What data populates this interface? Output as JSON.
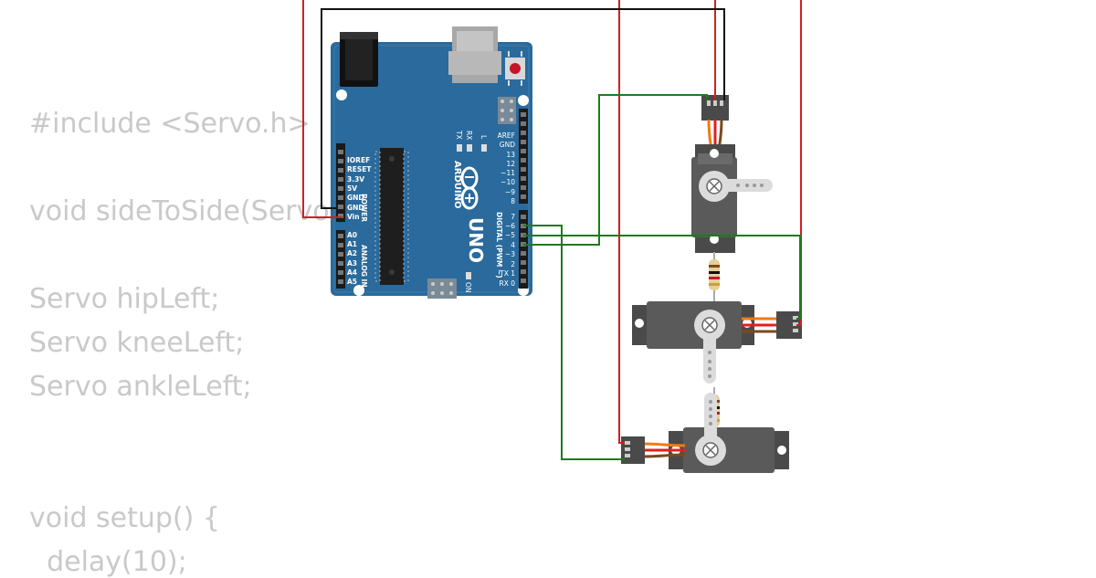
{
  "code": {
    "lines": [
      "#include <Servo.h>",
      "void sideToSide(Servo",
      "Servo hipLeft;",
      "Servo kneeLeft;",
      "Servo ankleLeft;",
      "void setup() {",
      "  delay(10);"
    ]
  },
  "arduino": {
    "brand": "ARDUINO",
    "model": "UNO",
    "power_header_label": "POWER",
    "analog_header_label": "ANALOG IN",
    "digital_header_label": "DIGITAL (PWM ~)",
    "on_label": "ON",
    "tx_label": "TX",
    "rx_label": "RX",
    "l_label": "L",
    "power_pins": [
      "IOREF",
      "RESET",
      "3.3V",
      "5V",
      "GND",
      "GND",
      "Vin"
    ],
    "analog_pins": [
      "A0",
      "A1",
      "A2",
      "A3",
      "A4",
      "A5"
    ],
    "digital_pins": [
      "AREF",
      "GND",
      "13",
      "12",
      "~11",
      "~10",
      "~9",
      "8",
      "7",
      "~6",
      "~5",
      "4",
      "~3",
      "2",
      "TX 1",
      "RX 0"
    ]
  },
  "colors": {
    "board": "#2a6a9c",
    "wire_power": "#d21e1e",
    "wire_ground": "#111111",
    "wire_signal": "#1f7a1f",
    "servo_body": "#5a5a5a",
    "servo_lead": "#f07a14",
    "code_text": "#c9c9c9"
  },
  "icons": {
    "servo_horn": "cross-screw-icon",
    "reset": "reset-button-icon",
    "logo": "infinity-logo-icon"
  }
}
